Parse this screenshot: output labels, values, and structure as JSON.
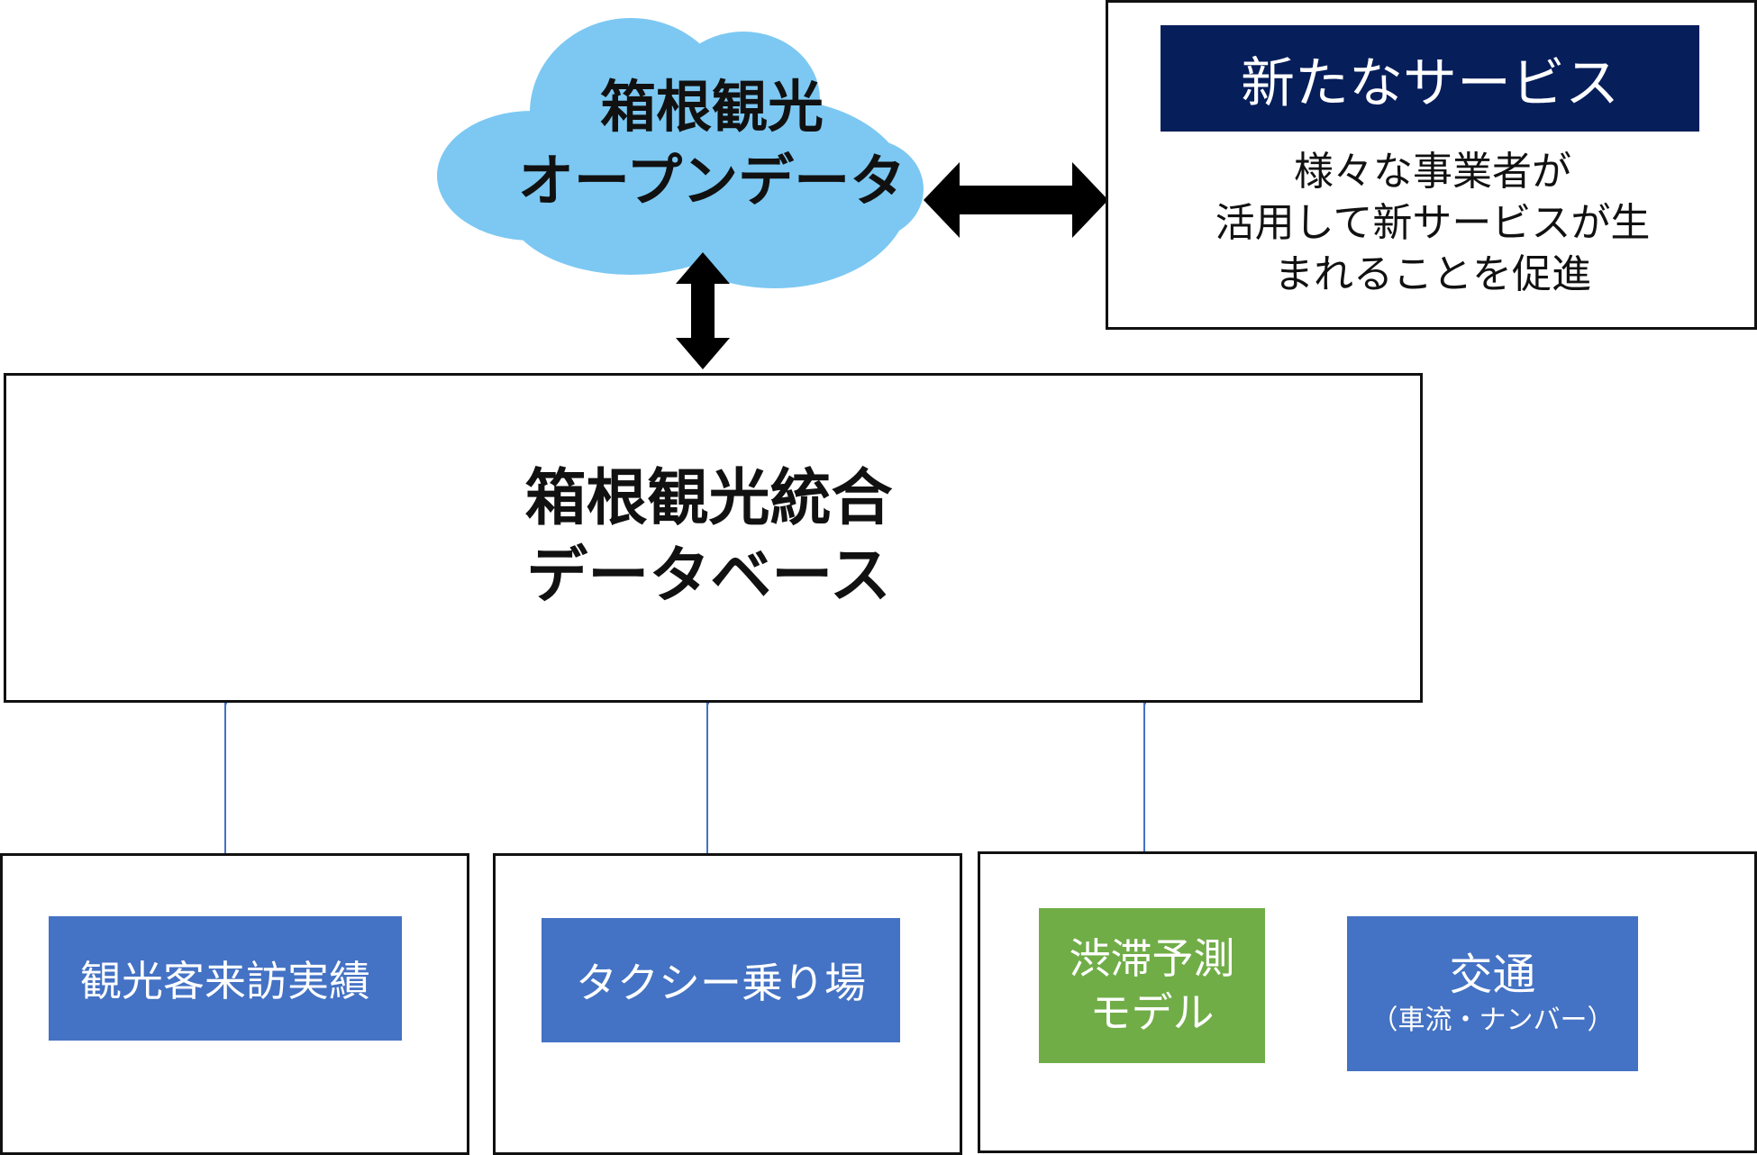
{
  "cloud": {
    "line1": "箱根観光",
    "line2": "オープンデータ",
    "color": "#7CC8F2"
  },
  "new_service": {
    "title": "新たなサービス",
    "title_bg": "#061E5A",
    "desc_line1": "様々な事業者が",
    "desc_line2": "活用して新サービスが生",
    "desc_line3": "まれることを促進"
  },
  "database": {
    "line1": "箱根観光統合",
    "line2": "データベース"
  },
  "sources": {
    "visitor": "観光客来訪実績",
    "taxi": "タクシー乗り場",
    "congestion_line1": "渋滞予測",
    "congestion_line2": "モデル",
    "traffic_line1": "交通",
    "traffic_line2": "（車流・ナンバー）"
  },
  "colors": {
    "source_blue": "#4472C4",
    "model_green": "#70AD47",
    "connector_blue": "#4472C4",
    "arrow_black": "#000000"
  }
}
